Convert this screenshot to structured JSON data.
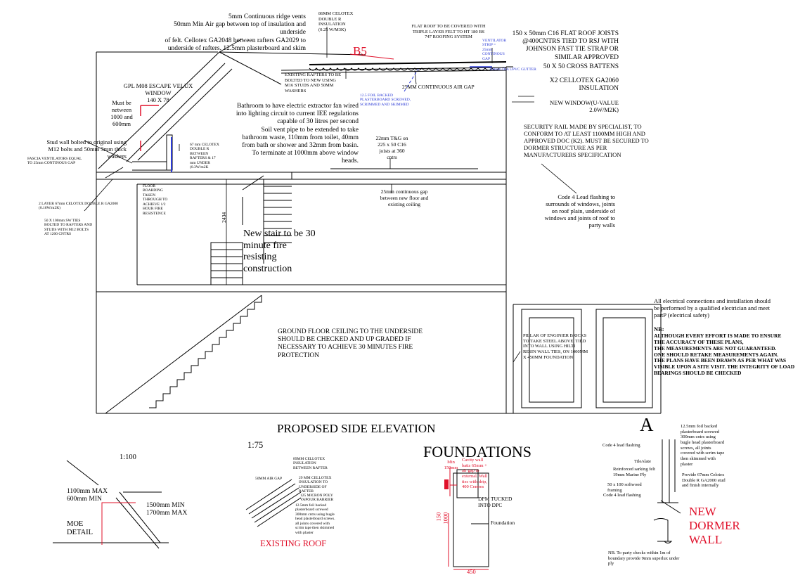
{
  "labels": {
    "ridge_vents": "5mm Continuous ridge vents\n50mm Min Air gap between top of insulation and underside\nof felt. Cellotex GA2048 between rafters GA2029 to\nunderside of rafters. 12.5mm plasterboard and skim",
    "celotex_86": "86MM CELOTEX\nDOUBLE R\nINSULATION\n(0.25 W/M3K)",
    "flat_roof": "FLAT ROOF TO BE COVERED WITH\nTRIPLE LAYER FELT TO HT 180 BS\n747 ROOFING SYSTEM",
    "joists": "150 x 50mm C16 FLAT ROOF JOISTS\n@400CNTRS TIED TO RSJ WITH\nJOHNSON FAST TIE STRAP OR\nSIMILAR APPROVED",
    "ventilator": "VENTILATOR\nSTRIP =\n25mm\nCONTINOUS\nGAP",
    "gutter": "100mm DIA UPVC GUTTER",
    "battens": "50 X 50 CROSS BATTENS",
    "cellotex_x2": "X2 CELLOTEX GA2060 INSULATION",
    "b5": "B5",
    "existing_rafters": "EXISTING RAFTERS TO BE\nBOLTED TO NEW USING\nM16 STUDS AND 50MM\nWASHERS",
    "air_gap_25": "25MM CONTINUOUS AIR GAP",
    "foil_backed": "12.5 FOIL BACKED\nPLASTERBOARD SCREWED,\nSCRIMMED AND SKIMMED",
    "velux": "GPL M08 ESCAPE VELUX\nWINDOW\n140 X 78",
    "must_be": "Must be\nnetween\n1000 and\n600mm",
    "extractor": "Bathroom to have electric extractor fan wired\ninto lighting circuit to current IEE regulations\ncapable of 30 litres per second\nSoil vent pipe to be extended to take\nbathroom waste, 110mm from toilet, 40mm\nfrom bath or shower and 32mm from basin.\nTo terminate at 1000mm above window\nheads.",
    "new_window": "NEW WINDOW(U-VALUE\n2.0W/M2K)",
    "security_rail": "SECURITY RAIL MADE BY SPECIALIST, TO\nCONFORM TO AT LEAST 1100MM HIGH AND\nAPPROVED DOC (K2). MUST BE SECURED TO\nDORMER STRUCTURE AS PER\nMANUFACTURERS SPECIFICATION",
    "stud_wall": "Stud wall bolted to original using\nM12 bolts and 50mm 3mm thick\nwashers",
    "celotex_67": "67 mm CELOTEX\nDOUBLE R\nBETWEEN\nRAFTERS & 17\nmm UNDER\n(0.3W/m2K",
    "joists_22": "22mm T&G on\n225 x 50 C16\njoists at 360\ncntrs",
    "fascia": "FASCIA VENTILATORS EQUAL\nTO 25mm CONTINOUS GAP",
    "floor_boarding": "FLOOR\nBOARDING\nTAKEN\nTHROUGH TO\nACHIEVE 1/2\nHOUR FIRE\nRESISTENCE",
    "gap_25": "25mm continuous gap\nbetween new floor and\nexisting ceiling",
    "lead_flashing": "Code 4 Lead flashing to\nsurrounds of windows, joints\non roof plain, underside of\nwindows and joints of roof to\nparty walls",
    "two_layer": "2 LAYER 67mm CELOTEX DOUBLE R GA2000\n(0.16W/m2K)",
    "sw_ties": "50 X 100mm SW TIES\nBOLTED TO RAFTERS AND\nSTUDS WITH M12 BOLTS\nAT 1200 CNTRS",
    "dim_2434": "2434",
    "stair": "New stair to be 30\nminute fire\nresisting\nconstruction",
    "electrical": "All electrical connections and installation should\nbe performed by a qualified electrician and meet\npartP (electrical safety)",
    "nb_title": "NB:",
    "nb_body": "ALTHOUGH EVERY EFFORT IS MADE TO ENSURE\nTHE ACCURACY OF THESE PLANS,\nTHE MEASUREMENTS ARE NOT GUARANTEED.\nONE SHOULD RETAKE MEASUREMENTS AGAIN.\nTHE PLANS HAVE BEEN DRAWN AS PER WHAT WAS\nVISIBLE UPON A SITE VISIT. THE INTEGRITY OF LOAD\nBEARINGS SHOULD BE CHECKED",
    "ground_floor": "GROUND FLOOR CEILING TO THE UNDERSIDE\nSHOULD BE CHECKED AND UP GRADED IF\nNECESSARY TO ACHIEVE 30 MINUTES FIRE\nPROTECTION",
    "pillar": "PILLAR OF ENGINIER BRICKS\nTO TAKE STEEL ABOVE, TIED\nINTO WALL USING HILTI\nRESIN WALL TIES, ON 1000MM\nX 450MM FOUNDATION",
    "title_elevation": "PROPOSED SIDE ELEVATION",
    "scale_100": "1:100",
    "scale_75": "1:75",
    "moe_max": "1100mm MAX\n600mm MIN",
    "moe_range": "1500mm MIN\n1700mm MAX",
    "moe_detail": "MOE\nDETAIL",
    "er_celotex_89": "89MM CELLOTEX\nINSULATION\nBETWEEN RAFTER",
    "er_air_gap": "50MM AIR GAP",
    "er_celotex_29": "29 MM CELLOTEX\nINSULATION TO\nUNDERSIDE OF\nRAFTER",
    "er_vapour": "125 MICRON POLY\nVAPOUR BARRIER",
    "er_plasterboard": "12.5mm foil backed\nplasterboard screwed\n300mm cntrs using bugle\nhead plasterboard screws.\nall joints covered with\nscrim tape then skimmed\nwith plaster",
    "existing_roof": "EXISTING ROOF",
    "foundations": "FOUNDATIONS",
    "min_150": "Min\n150mm",
    "cavity": "Cavity wall\nbatts 65mm +\nair gap to\nexternal. Wall\nties with drip,\n400 Centres",
    "dpm": "DPM TUCKED\nINTO DPC",
    "foundation": "Foundation",
    "dim_150": "150",
    "dim_1000": "1000",
    "dim_450": "450",
    "a_label": "A",
    "dw_plasterboard": "12.5mm foil backed\nplasterboard screwed\n300mm cntrs using\nbugle head plasterboard\nscrews, all joints\ncovered with scrim tape\nthen skimmed with\nplaster",
    "dw_lead1": "Code 4 lead flashing",
    "dw_tile": "Tile/slate",
    "dw_sarking": "Reinforced sarking felt\n19mm Marine Ply",
    "dw_celotex": "Provide 67mm Celotex\nDouble R GA2000 stud\nand finish internally",
    "dw_softwood": "50 x 100 softwood\nframing",
    "dw_lead2": "Code 4 lead flashing",
    "new_dormer": "NEW\nDORMER\nWALL",
    "party_note": "NB. To party checks within 1m of\nboundary provide 9mm superlux under\nply"
  },
  "colors": {
    "red": "#e0102a",
    "blue": "#2b3ad6",
    "line": "#000000"
  }
}
